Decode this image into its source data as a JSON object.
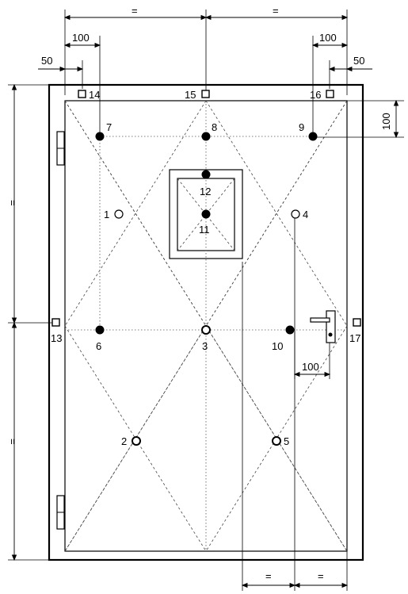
{
  "dimensions": {
    "top_half_left": "=",
    "top_half_right": "=",
    "offset_100_left": "100",
    "offset_50_left": "50",
    "offset_100_right": "100",
    "offset_50_right": "50",
    "vertical_100_right": "100",
    "side_equal_upper": "=",
    "side_equal_lower": "=",
    "handle_offset_100": "100",
    "bottom_equal_left": "=",
    "bottom_equal_right": "="
  },
  "points": {
    "p1": "1",
    "p2": "2",
    "p3": "3",
    "p4": "4",
    "p5": "5",
    "p6": "6",
    "p7": "7",
    "p8": "8",
    "p9": "9",
    "p10": "10",
    "p11": "11",
    "p12": "12",
    "p13": "13",
    "p14": "14",
    "p15": "15",
    "p16": "16",
    "p17": "17"
  }
}
